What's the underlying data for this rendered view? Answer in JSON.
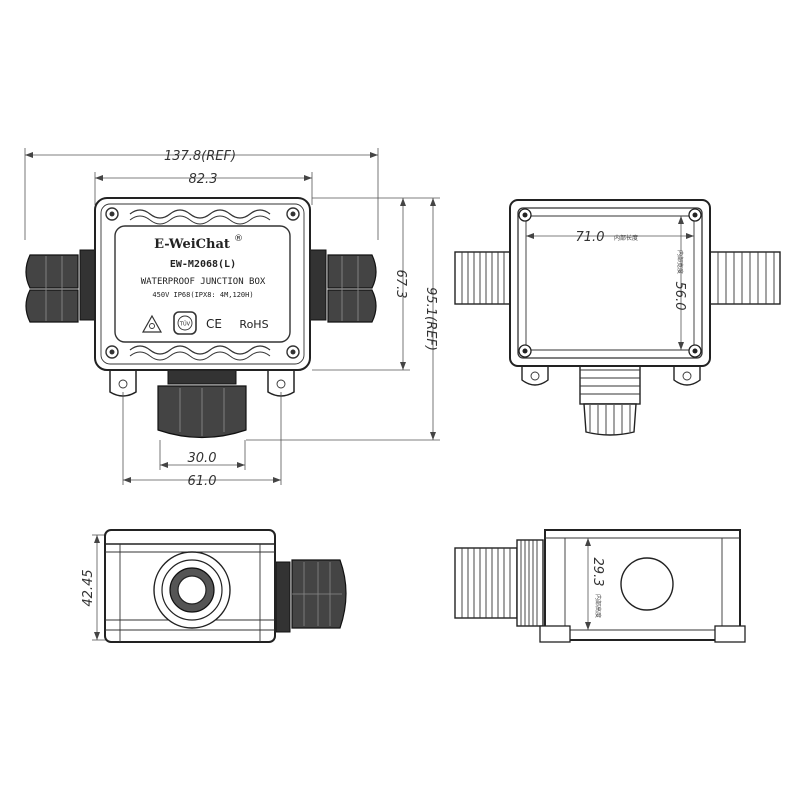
{
  "label": {
    "brand": "E-WeiChat",
    "registered": "®",
    "model": "EW-M2068(L)",
    "product": "WATERPROOF JUNCTION BOX",
    "specs": "450V  IP68(IPX8: 4M,120H)",
    "ce_mark": "CE",
    "rohs_mark": "RoHS",
    "tuv_mark": "TÜV"
  },
  "dimensions": {
    "overall_width": "137.8(REF)",
    "body_width": "82.3",
    "body_height": "67.3",
    "overall_height": "95.1(REF)",
    "gland_width": "30.0",
    "mount_spacing": "61.0",
    "inner_width": "71.0",
    "inner_height": "56.0",
    "side_height": "42.45",
    "depth": "29.3"
  },
  "notes": {
    "inner_width_note": "内部长度",
    "inner_height_note": "内部宽度",
    "depth_note": "内部高度"
  }
}
